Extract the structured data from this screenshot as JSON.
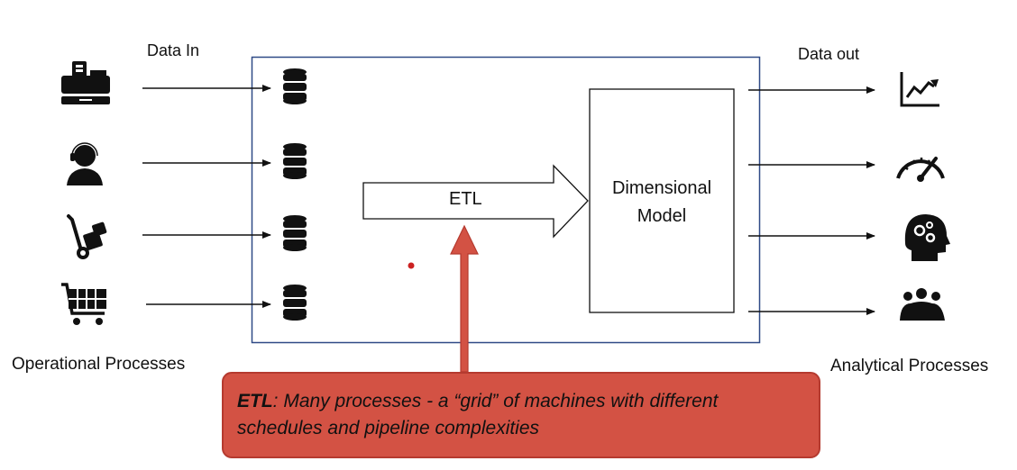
{
  "labels": {
    "data_in": "Data In",
    "data_out": "Data out",
    "operational": "Operational Processes",
    "analytical": "Analytical Processes"
  },
  "etl_label": "ETL",
  "model_label_line1": "Dimensional",
  "model_label_line2": "Model",
  "callout": {
    "term": "ETL",
    "text": ": Many processes - a “grid” of machines with different schedules and pipeline complexities"
  },
  "icons": {
    "sources": [
      "cash-register-icon",
      "customer-support-icon",
      "hand-truck-icon",
      "shopping-cart-icon"
    ],
    "outputs": [
      "line-chart-icon",
      "speedometer-icon",
      "head-gears-icon",
      "group-people-icon"
    ],
    "stores": "database-icon"
  },
  "colors": {
    "frame_border": "#2f4a86",
    "callout_fill": "#d35244",
    "callout_arrow": "#d35244",
    "marker_dot": "#cc2222"
  }
}
